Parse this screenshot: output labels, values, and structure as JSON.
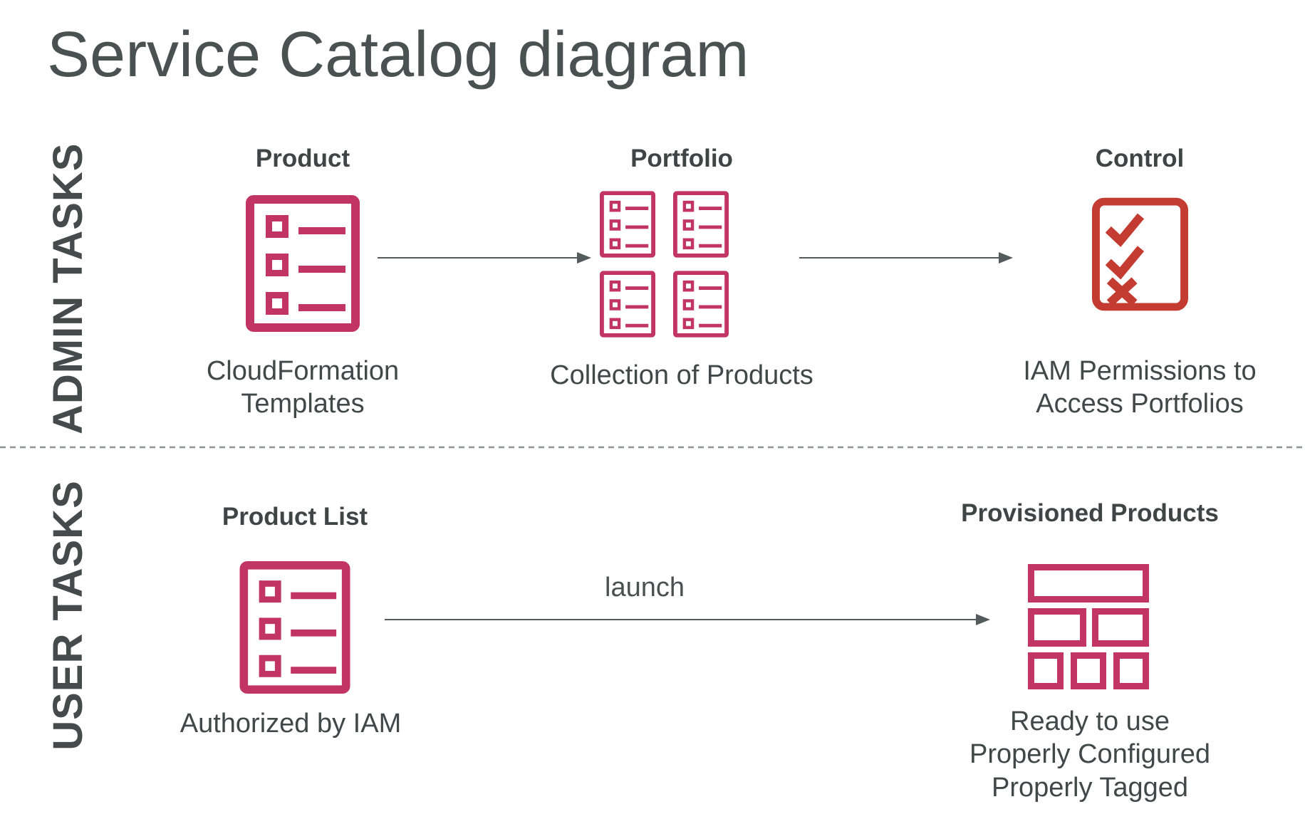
{
  "title": "Service Catalog diagram",
  "admin_row": {
    "label": "ADMIN TASKS",
    "product": {
      "heading": "Product",
      "caption_lines": [
        "CloudFormation",
        "Templates"
      ]
    },
    "portfolio": {
      "heading": "Portfolio",
      "caption_lines": [
        "Collection of Products"
      ]
    },
    "control": {
      "heading": "Control",
      "caption_lines": [
        "IAM Permissions to",
        "Access Portfolios"
      ]
    }
  },
  "user_row": {
    "label": "USER TASKS",
    "product_list": {
      "heading": "Product List",
      "caption_lines": [
        "Authorized by IAM"
      ]
    },
    "launch_label": "launch",
    "provisioned_products": {
      "heading": "Provisioned Products",
      "caption_lines": [
        "Ready to use",
        "Properly Configured",
        "Properly Tagged"
      ]
    }
  },
  "icons": {
    "product": "list-document-icon",
    "portfolio": "list-document-grid-icon",
    "control": "checklist-icon",
    "product_list": "list-document-icon",
    "provisioned_products": "stacked-blocks-icon"
  },
  "colors": {
    "magenta": "#C13464",
    "red": "#C43B31",
    "title_text": "#4A5151",
    "heading_text": "#3F4545",
    "caption_text": "#414848",
    "arrow": "#545B5B",
    "divider": "#8E9494"
  }
}
